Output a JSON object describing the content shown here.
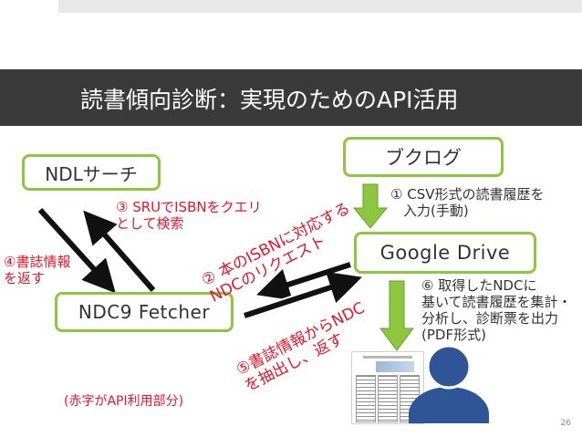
{
  "title": "読書傾向診断：実現のためのAPI活用",
  "boxes": {
    "ndl": "NDLサーチ",
    "bookclog": "ブクログ",
    "gdrive": "Google Drive",
    "fetcher": "NDC9 Fetcher"
  },
  "labels": {
    "step3": [
      "③ SRUでISBNをクエリ",
      "として検索"
    ],
    "step4": [
      "④書誌情報",
      "を返す"
    ],
    "step1": [
      "① CSV形式の読書履歴を",
      "入力(手動)"
    ],
    "step6": [
      "⑥ 取得したNDCに",
      "基いて読書履歴を集計・",
      "分析し、診断票を出力",
      "(PDF形式)"
    ],
    "step2": [
      "② 本のISBNに対応する",
      "NDCのリクエスト"
    ],
    "step5": [
      "⑤書誌情報からNDC",
      "を抽出し、返す"
    ],
    "note": "(赤字がAPI利用部分)"
  },
  "page_number": "26",
  "colors": {
    "title_band": "#3a3a3a",
    "box_border": "#8dc63f",
    "arrow_fill": "#8dc63f",
    "api_text": "#e0162b",
    "person": "#2f5597"
  }
}
